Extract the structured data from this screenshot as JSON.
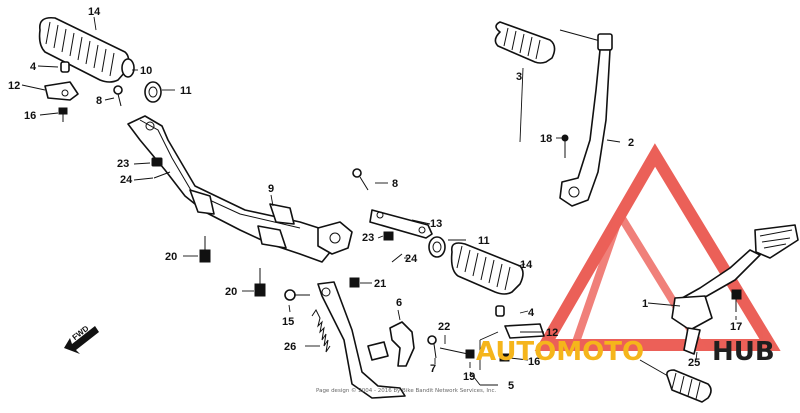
{
  "diagram": {
    "callouts": {
      "c1": "1",
      "c2": "2",
      "c3": "3",
      "c4a": "4",
      "c4b": "4",
      "c5": "5",
      "c6": "6",
      "c7": "7",
      "c8a": "8",
      "c8b": "8",
      "c9": "9",
      "c10": "10",
      "c11a": "11",
      "c11b": "11",
      "c12a": "12",
      "c12b": "12",
      "c13": "13",
      "c14a": "14",
      "c14b": "14",
      "c15": "15",
      "c16a": "16",
      "c16b": "16",
      "c17": "17",
      "c18": "18",
      "c19": "19",
      "c20a": "20",
      "c20b": "20",
      "c21": "21",
      "c22": "22",
      "c23a": "23",
      "c23b": "23",
      "c24a": "24",
      "c24b": "24",
      "c25": "25",
      "c26": "26"
    },
    "fwd_label": "FWD",
    "copyright": "Page design © 2004 - 2016 by Bike Bandit Network Services, Inc."
  },
  "watermark": {
    "text_auto": "AUTOMOTO",
    "text_hub": "HUB",
    "colors": {
      "triangle": "#e8453c",
      "auto": "#f5b51b",
      "hub": "#1f1f1f"
    }
  }
}
